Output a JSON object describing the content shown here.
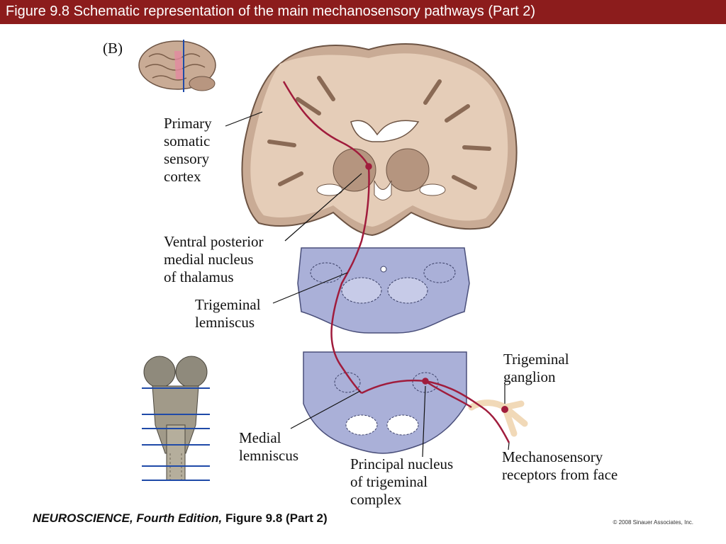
{
  "title": "Figure 9.8  Schematic representation of the main mechanosensory pathways (Part 2)",
  "panel_label": "(B)",
  "labels": {
    "primary_cortex": "Primary\nsomatic\nsensory\ncortex",
    "vpm": "Ventral posterior\nmedial nucleus\nof thalamus",
    "trigeminal_lemniscus": "Trigeminal\nlemniscus",
    "medial_lemniscus": "Medial\nlemniscus",
    "principal_nucleus": "Principal nucleus\nof trigeminal\ncomplex",
    "trigeminal_ganglion": "Trigeminal\nganglion",
    "mechanoreceptors": "Mechanosensory\nreceptors from face"
  },
  "footer": {
    "book": "NEUROSCIENCE,",
    "edition": " Fourth Edition,",
    "figure": " Figure 9.8 (Part 2)"
  },
  "copyright": "© 2008 Sinauer Associates, Inc.",
  "colors": {
    "title_bar": "#8c1c1c",
    "brain_tissue": "#c9ab95",
    "brainstem_section": "#aab0d8",
    "pathway": "#a01c3c",
    "section_lines": "#1f4aa8"
  }
}
